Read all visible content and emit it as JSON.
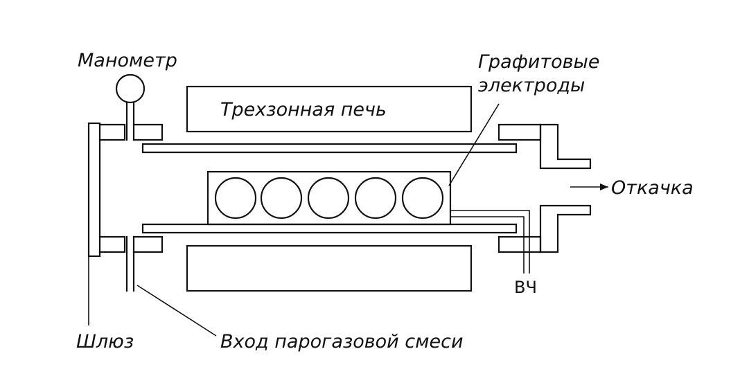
{
  "labels": {
    "manometer": "Манометр",
    "graphite_line1": "Графитовые",
    "graphite_line2": "электроды",
    "furnace": "Трехзонная печь",
    "pumping": "Откачка",
    "hf": "ВЧ",
    "lock": "Шлюз",
    "inlet": "Вход парогазовой смеси"
  },
  "electrode_count": 5
}
